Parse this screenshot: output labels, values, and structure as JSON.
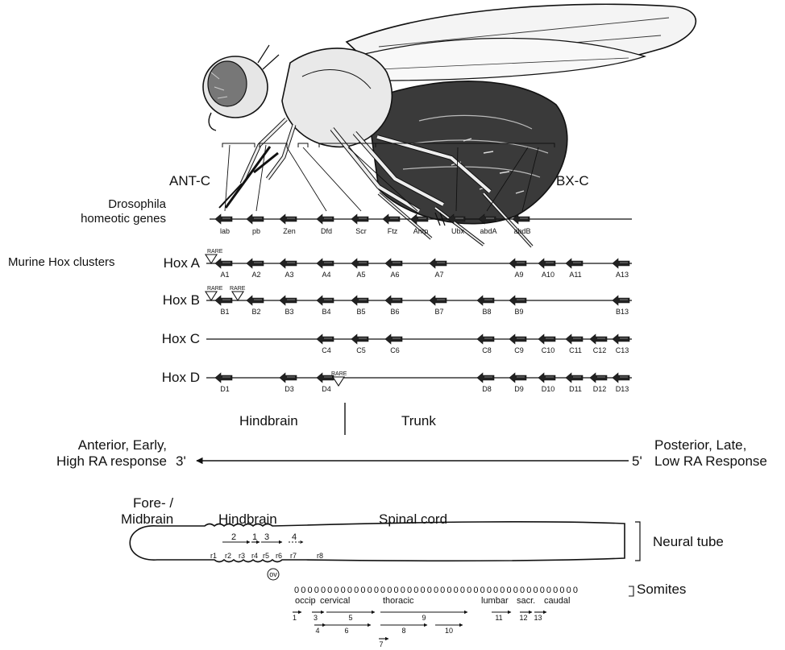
{
  "labels": {
    "ant_c": "ANT-C",
    "bx_c": "BX-C",
    "dros_line1": "Drosophila",
    "dros_line2": "homeotic genes",
    "murine": "Murine Hox clusters",
    "hindbrain_top": "Hindbrain",
    "trunk": "Trunk",
    "anterior_line1": "Anterior, Early,",
    "anterior_line2": "High RA response",
    "three_prime": "3'",
    "five_prime": "5'",
    "posterior_line1": "Posterior, Late,",
    "posterior_line2": "Low RA Response",
    "fore_line1": "Fore- /",
    "fore_line2": "Midbrain",
    "hindbrain_bottom": "Hindbrain",
    "spinal_cord": "Spinal cord",
    "neural_tube": "Neural tube",
    "somites": "Somites",
    "rare": "RARE",
    "ov": "ov",
    "somite_row": "0000000000000000000000000000000000000000000"
  },
  "drosophila_genes": [
    "lab",
    "pb",
    "Zen",
    "Dfd",
    "Scr",
    "Ftz",
    "Antp",
    "Ubx",
    "abdA",
    "abdB"
  ],
  "clusters": [
    {
      "name": "Hox A",
      "genes": [
        "A1",
        "A2",
        "A3",
        "A4",
        "A5",
        "A6",
        "A7",
        "A9",
        "A10",
        "A11",
        "A13"
      ]
    },
    {
      "name": "Hox B",
      "genes": [
        "B1",
        "B2",
        "B3",
        "B4",
        "B5",
        "B6",
        "B7",
        "B8",
        "B9",
        "B13"
      ]
    },
    {
      "name": "Hox C",
      "genes": [
        "C4",
        "C5",
        "C6",
        "C8",
        "C9",
        "C10",
        "C11",
        "C12",
        "C13"
      ]
    },
    {
      "name": "Hox D",
      "genes": [
        "D1",
        "D3",
        "D4",
        "D8",
        "D9",
        "D10",
        "D11",
        "D12",
        "D13"
      ]
    }
  ],
  "rhombomeres": [
    "r1",
    "r2",
    "r3",
    "r4",
    "r5",
    "r6",
    "r7",
    "r8"
  ],
  "hindbrain_domains": [
    "2",
    "1",
    "3",
    "4"
  ],
  "vertebral_regions": [
    "occip",
    "cervical",
    "thoracic",
    "lumbar",
    "sacr.",
    "caudal"
  ],
  "paralog_domains": [
    "1",
    "3",
    "4",
    "5",
    "6",
    "9",
    "8",
    "7",
    "10",
    "11",
    "12",
    "13"
  ],
  "colors": {
    "ink": "#111111",
    "background": "#ffffff",
    "fly_shade": "#6a6a6a",
    "fly_dark": "#2a2a2a"
  }
}
